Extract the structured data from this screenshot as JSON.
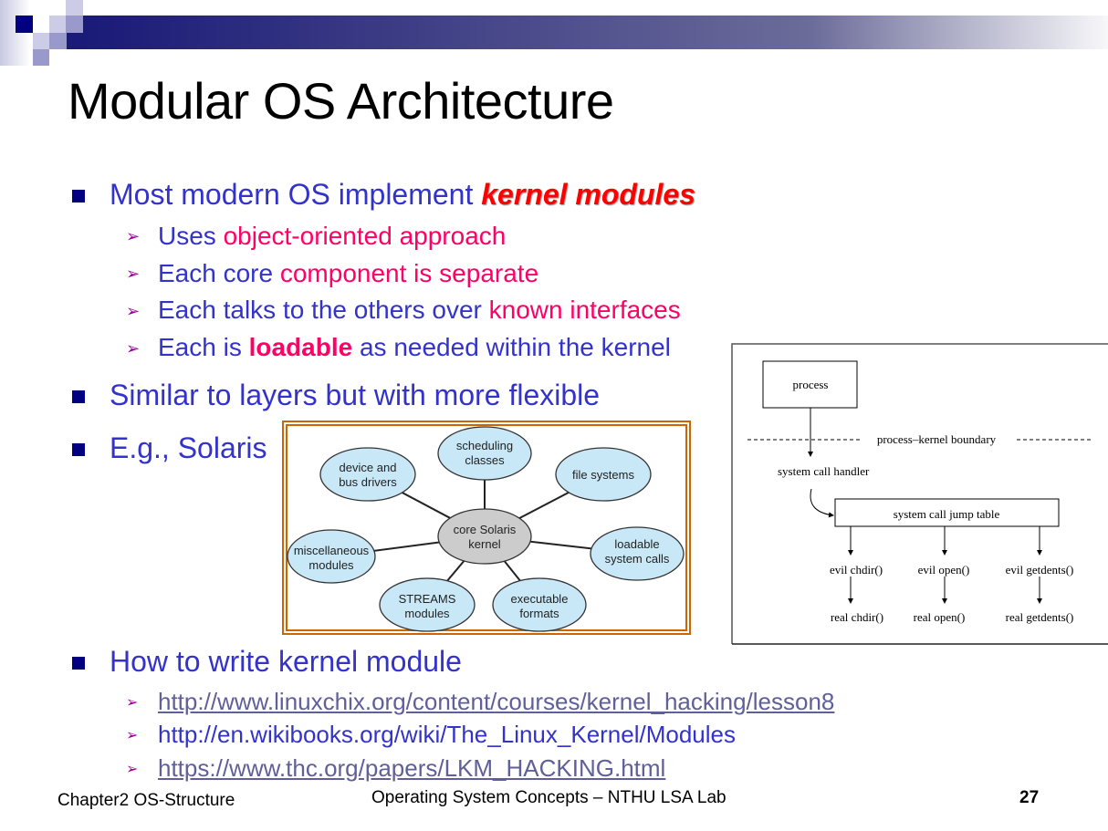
{
  "title": "Modular OS Architecture",
  "bullets": {
    "b1": {
      "prefix": "Most modern OS implement ",
      "emph": "kernel modules"
    },
    "subs": [
      {
        "a": "Uses ",
        "b": "object-oriented approach"
      },
      {
        "a": "Each core ",
        "b": "component is separate"
      },
      {
        "a": "Each talks to the others over ",
        "b": "known interfaces"
      },
      {
        "a": "Each is ",
        "b": "loadable",
        "c": " as needed within the kernel"
      }
    ],
    "b2": "Similar to layers but with more flexible",
    "b3": "E.g., Solaris",
    "b4": "How to write kernel module",
    "links": [
      "http://www.linuxchix.org/content/courses/kernel_hacking/lesson8",
      "http://en.wikibooks.org/wiki/The_Linux_Kernel/Modules",
      "https://www.thc.org/papers/LKM_HACKING.html"
    ]
  },
  "solaris_diagram": {
    "core": [
      "core Solaris",
      "kernel"
    ],
    "modules": [
      [
        "scheduling",
        "classes"
      ],
      [
        "device and",
        "bus drivers"
      ],
      [
        "file systems"
      ],
      [
        "miscellaneous",
        "modules"
      ],
      [
        "loadable",
        "system calls"
      ],
      [
        "STREAMS",
        "modules"
      ],
      [
        "executable",
        "formats"
      ]
    ]
  },
  "syscall_diagram": {
    "process": "process",
    "boundary": "process–kernel boundary",
    "handler": "system call handler",
    "jump_table": "system call jump table",
    "evil": [
      "evil chdir()",
      "evil open()",
      "evil getdents()"
    ],
    "real": [
      "real chdir()",
      "real open()",
      "real getdents()"
    ]
  },
  "footer": {
    "left": "Chapter2 OS-Structure",
    "center": "Operating System Concepts – NTHU LSA Lab",
    "page": "27"
  },
  "colors": {
    "text": "#3333cc",
    "highlight": "#ff0066",
    "emph": "#ff0000",
    "link": "#5f5f9a"
  }
}
